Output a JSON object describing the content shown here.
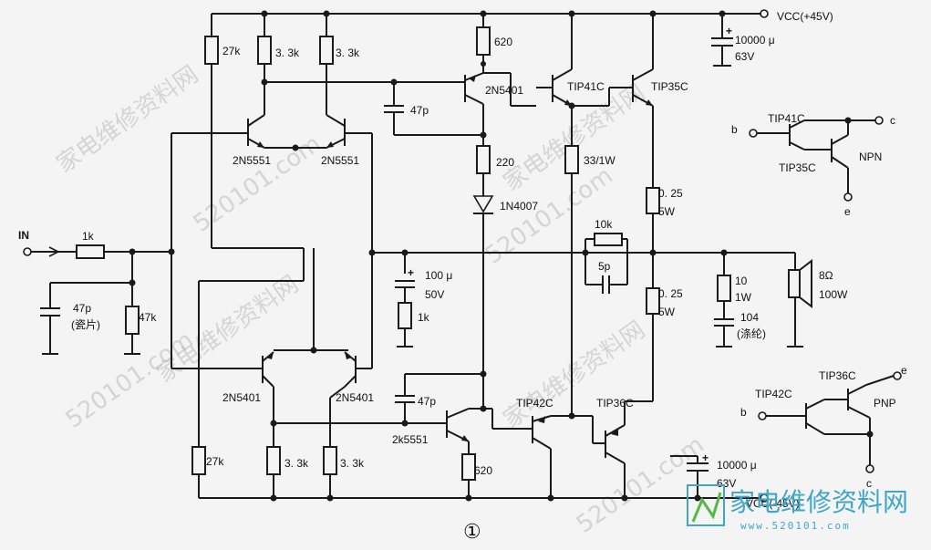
{
  "supply": {
    "vcc_pos": "VCC(+45V)",
    "vcc_neg": "VCC(-45V)"
  },
  "input": {
    "label": "IN"
  },
  "resistors": {
    "r_in": "1k",
    "r_47k": "47k",
    "r_27k_top": "27k",
    "r_33k_a": "3. 3k",
    "r_33k_b": "3. 3k",
    "r_620_top": "620",
    "r_220": "220",
    "r_33_1w": "33/1W",
    "r_025_top": "0. 25",
    "r_025_top_p": "5W",
    "r_10k": "10k",
    "r_1k": "1k",
    "r_025_bot": "0. 25",
    "r_025_bot_p": "5W",
    "r_10": "10",
    "r_10_p": "1W",
    "r_27k_bot": "27k",
    "r_33k_c": "3. 3k",
    "r_33k_d": "3. 3k",
    "r_620_bot": "620"
  },
  "capacitors": {
    "c_in": "47p",
    "c_in_note": "(瓷片)",
    "c_47p_top": "47p",
    "c_5p": "5p",
    "c_100u": "100 μ",
    "c_100u_v": "50V",
    "c_10000_top": "10000 μ",
    "c_10000_top_v": "63V",
    "c_104": "104",
    "c_104_note": "(涤纶)",
    "c_47p_bot": "47p",
    "c_10000_bot": "10000 μ",
    "c_10000_bot_v": "63V"
  },
  "semis": {
    "q_2n5551_a": "2N5551",
    "q_2n5551_b": "2N5551",
    "q_2n5401_top": "2N5401",
    "q_tip41c": "TIP41C",
    "q_tip35c": "TIP35C",
    "d_1n4007": "1N4007",
    "q_2n5401_a": "2N5401",
    "q_2n5401_b": "2N5401",
    "q_2k5551": "2k5551",
    "q_tip42c": "TIP42C",
    "q_tip36c": "TIP36C"
  },
  "speaker": {
    "ohm": "8Ω",
    "power": "100W"
  },
  "npn_inset": {
    "top": "TIP41C",
    "bottom": "TIP35C",
    "type": "NPN",
    "b": "b",
    "c": "c",
    "e": "e"
  },
  "pnp_inset": {
    "top": "TIP36C",
    "left": "TIP42C",
    "type": "PNP",
    "b": "b",
    "c": "c",
    "e": "e"
  },
  "figure_no": "①",
  "watermark": {
    "cn": "家电维修资料网",
    "url": "520101.com"
  },
  "logo": {
    "cn": "家电维修资料网",
    "url": "www.520101.com"
  }
}
